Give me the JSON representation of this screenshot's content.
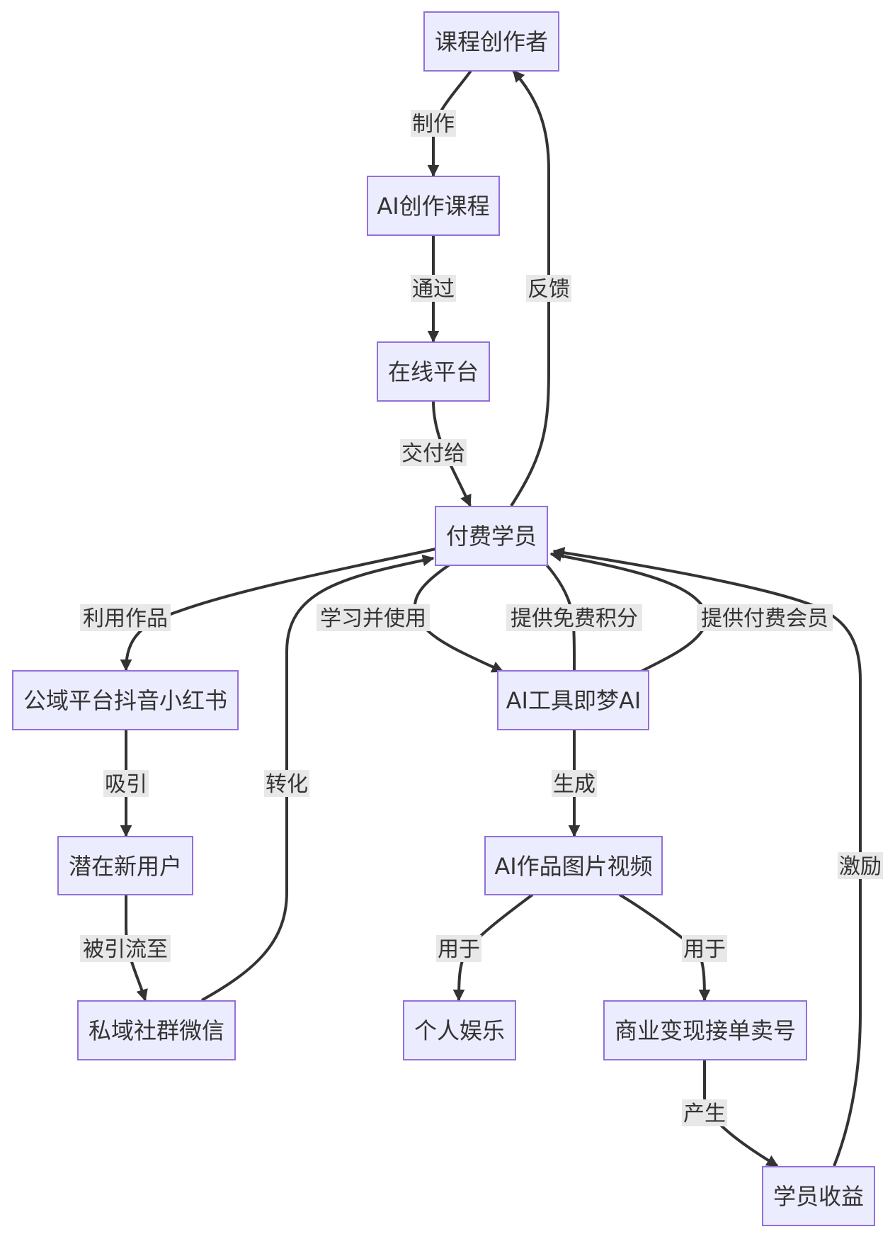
{
  "nodes": {
    "creator": "课程创作者",
    "course": "AI创作课程",
    "platform": "在线平台",
    "student": "付费学员",
    "public": "公域平台抖音小红书",
    "tool": "AI工具即梦AI",
    "potential": "潜在新用户",
    "works": "AI作品图片视频",
    "private": "私域社群微信",
    "fun": "个人娱乐",
    "business": "商业变现接单卖号",
    "income": "学员收益"
  },
  "edges": {
    "make": "制作",
    "via": "通过",
    "deliver": "交付给",
    "feedback": "反馈",
    "use_works": "利用作品",
    "learn_use": "学习并使用",
    "free_points": "提供免费积分",
    "paid_member": "提供付费会员",
    "attract": "吸引",
    "convert": "转化",
    "generate": "生成",
    "incentive": "激励",
    "diverted": "被引流至",
    "use_fun": "用于",
    "use_business": "用于",
    "produce": "产生"
  }
}
